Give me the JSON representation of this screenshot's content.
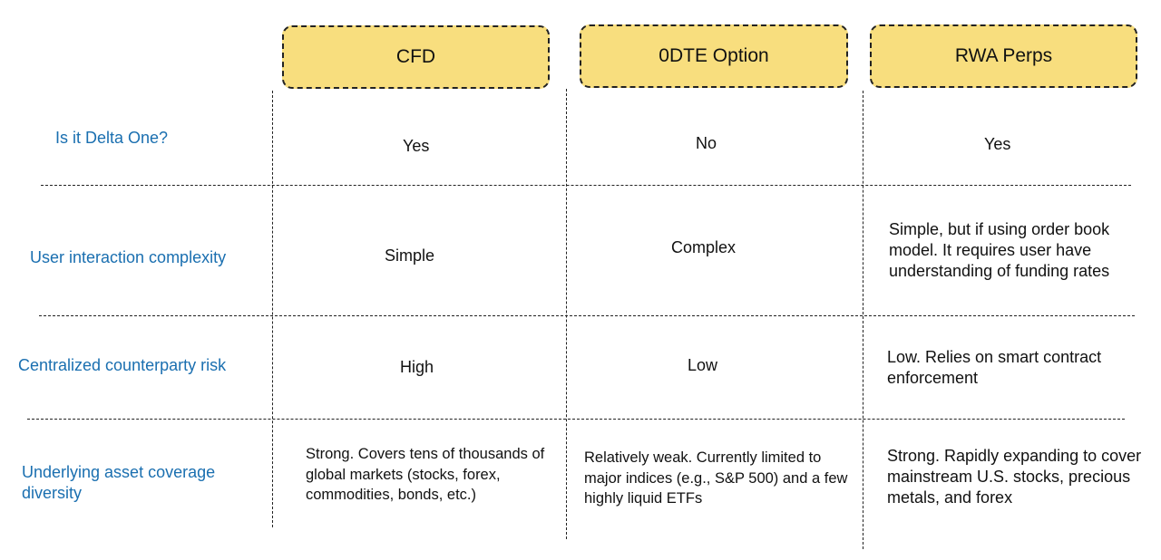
{
  "columns": [
    "CFD",
    "0DTE Option",
    "RWA Perps"
  ],
  "rows": [
    {
      "label": "Is it Delta One?",
      "cells": [
        "Yes",
        "No",
        "Yes"
      ]
    },
    {
      "label": "User interaction complexity",
      "cells": [
        "Simple",
        "Complex",
        "Simple, but if using order book model. It requires user have understanding of funding rates"
      ]
    },
    {
      "label": "Centralized counterparty risk",
      "cells": [
        "High",
        "Low",
        "Low. Relies on smart contract enforcement"
      ]
    },
    {
      "label": "Underlying asset coverage diversity",
      "cells": [
        "Strong. Covers tens of thousands of global markets (stocks, forex, commodities, bonds, etc.)",
        "Relatively weak. Currently limited to major indices (e.g., S&P 500) and a few highly liquid ETFs",
        "Strong. Rapidly expanding to cover mainstream U.S. stocks, precious metals, and forex"
      ]
    }
  ],
  "colors": {
    "header_fill": "#f8de7e",
    "label_color": "#1a6fb0"
  }
}
